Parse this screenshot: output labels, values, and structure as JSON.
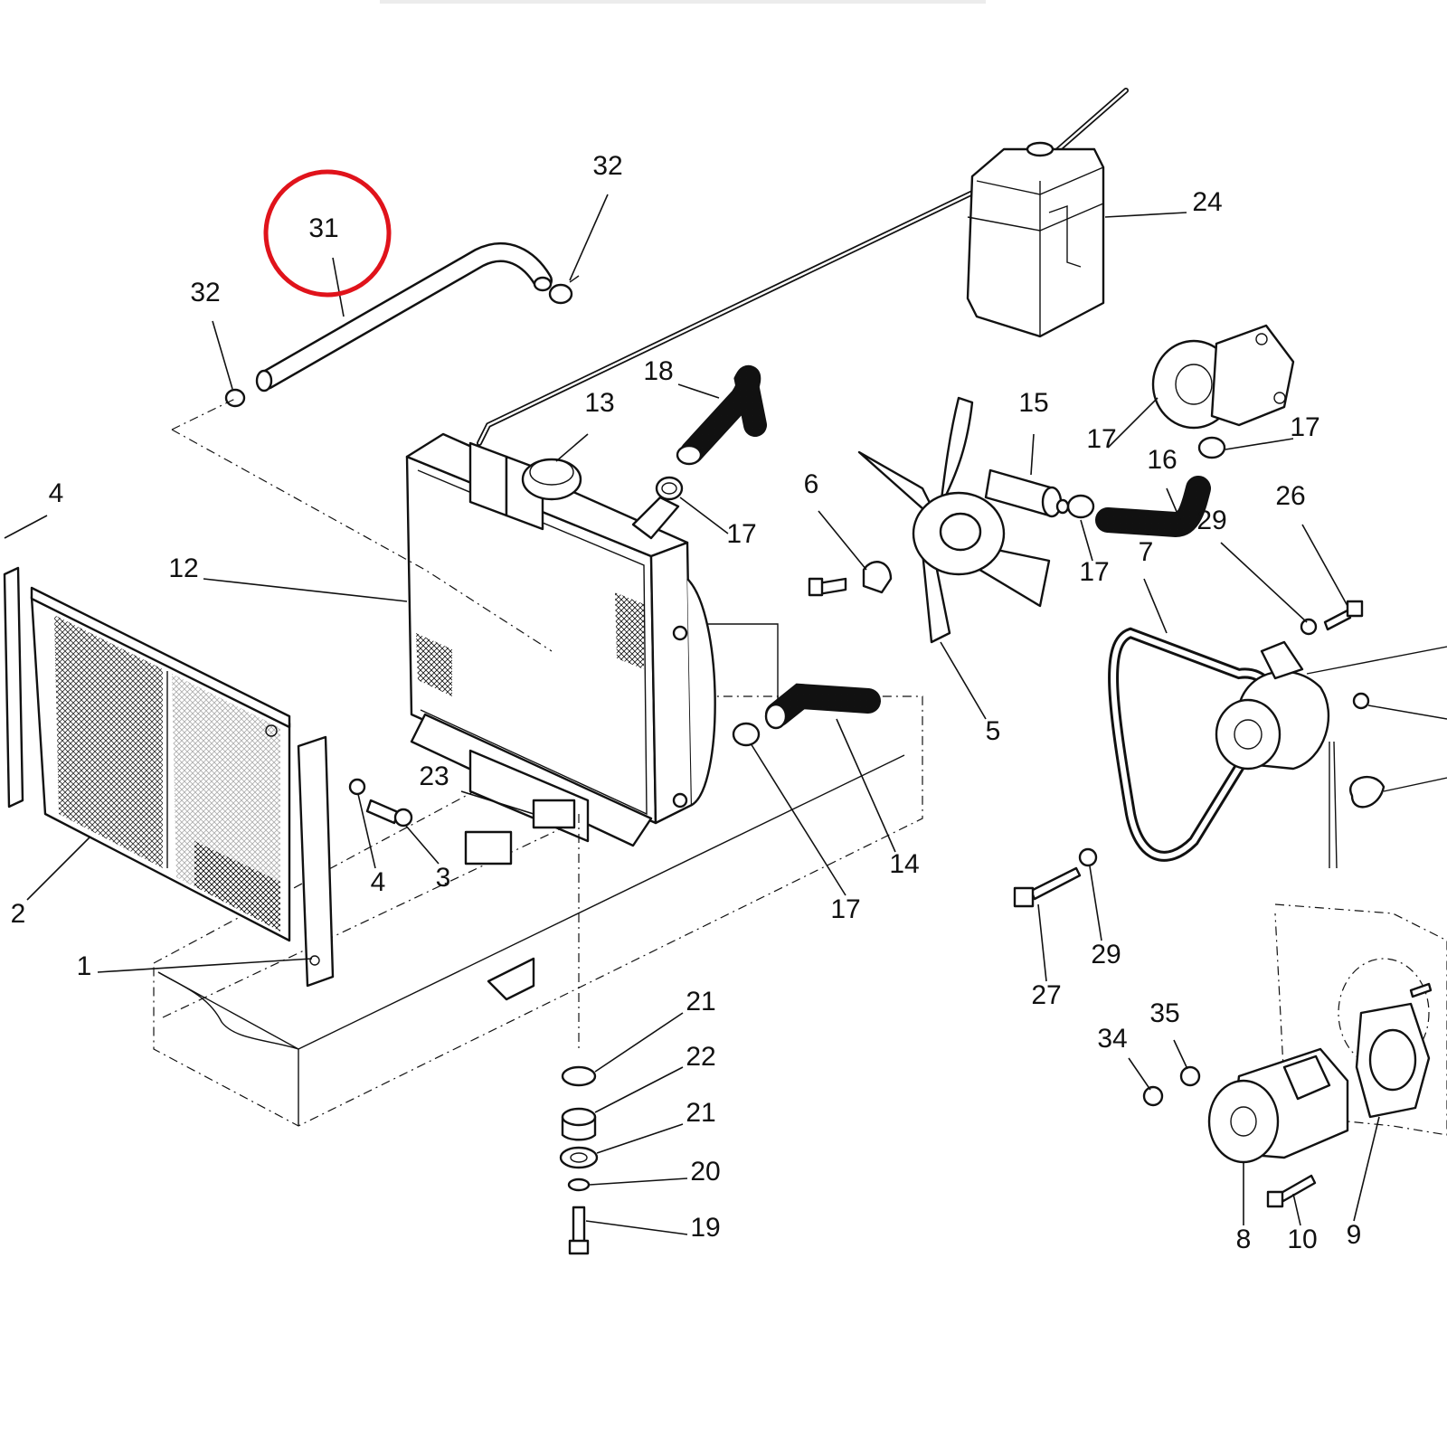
{
  "diagram": {
    "highlight_color": "#e0131b",
    "ink_color": "#111111",
    "highlighted_callout": "31",
    "callouts": [
      "1",
      "2",
      "3",
      "4",
      "4",
      "5",
      "6",
      "7",
      "8",
      "9",
      "10",
      "12",
      "13",
      "14",
      "15",
      "16",
      "17",
      "17",
      "17",
      "17",
      "17",
      "18",
      "19",
      "20",
      "21",
      "21",
      "22",
      "23",
      "24",
      "26",
      "27",
      "29",
      "29",
      "31",
      "32",
      "32",
      "34",
      "35"
    ]
  }
}
